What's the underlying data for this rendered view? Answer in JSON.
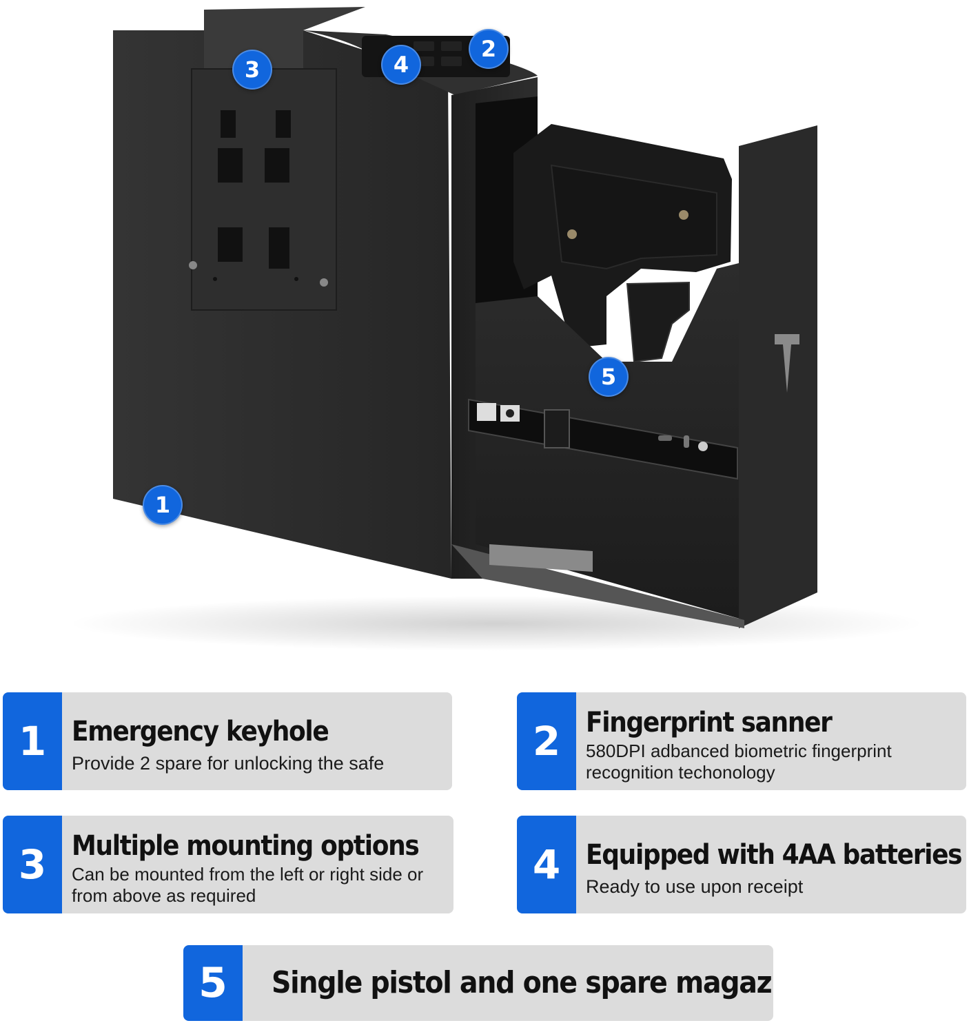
{
  "markers": [
    {
      "id": "1",
      "label": "1"
    },
    {
      "id": "2",
      "label": "2"
    },
    {
      "id": "3",
      "label": "3"
    },
    {
      "id": "4",
      "label": "4"
    },
    {
      "id": "5",
      "label": "5"
    }
  ],
  "features": [
    {
      "number": "1",
      "title": "Emergency keyhole",
      "description": "Provide 2 spare for unlocking the safe"
    },
    {
      "number": "2",
      "title": "Fingerprint sanner",
      "description": "580DPI adbanced biometric fingerprint recognition techonology"
    },
    {
      "number": "3",
      "title": "Multiple mounting options",
      "description": "Can be mounted from the left or right side or from above as required"
    },
    {
      "number": "4",
      "title": "Equipped with 4AA batteries",
      "description": "Ready to use upon receipt"
    },
    {
      "number": "5",
      "title": "Single pistol and one spare magazine"
    }
  ],
  "colors": {
    "accent": "#1166dd",
    "card_bg": "#dcdcdc",
    "safe_body": "#2a2a2a"
  },
  "icons": {
    "safe": "gun-safe-illustration",
    "logo": "brand-t-logo"
  }
}
